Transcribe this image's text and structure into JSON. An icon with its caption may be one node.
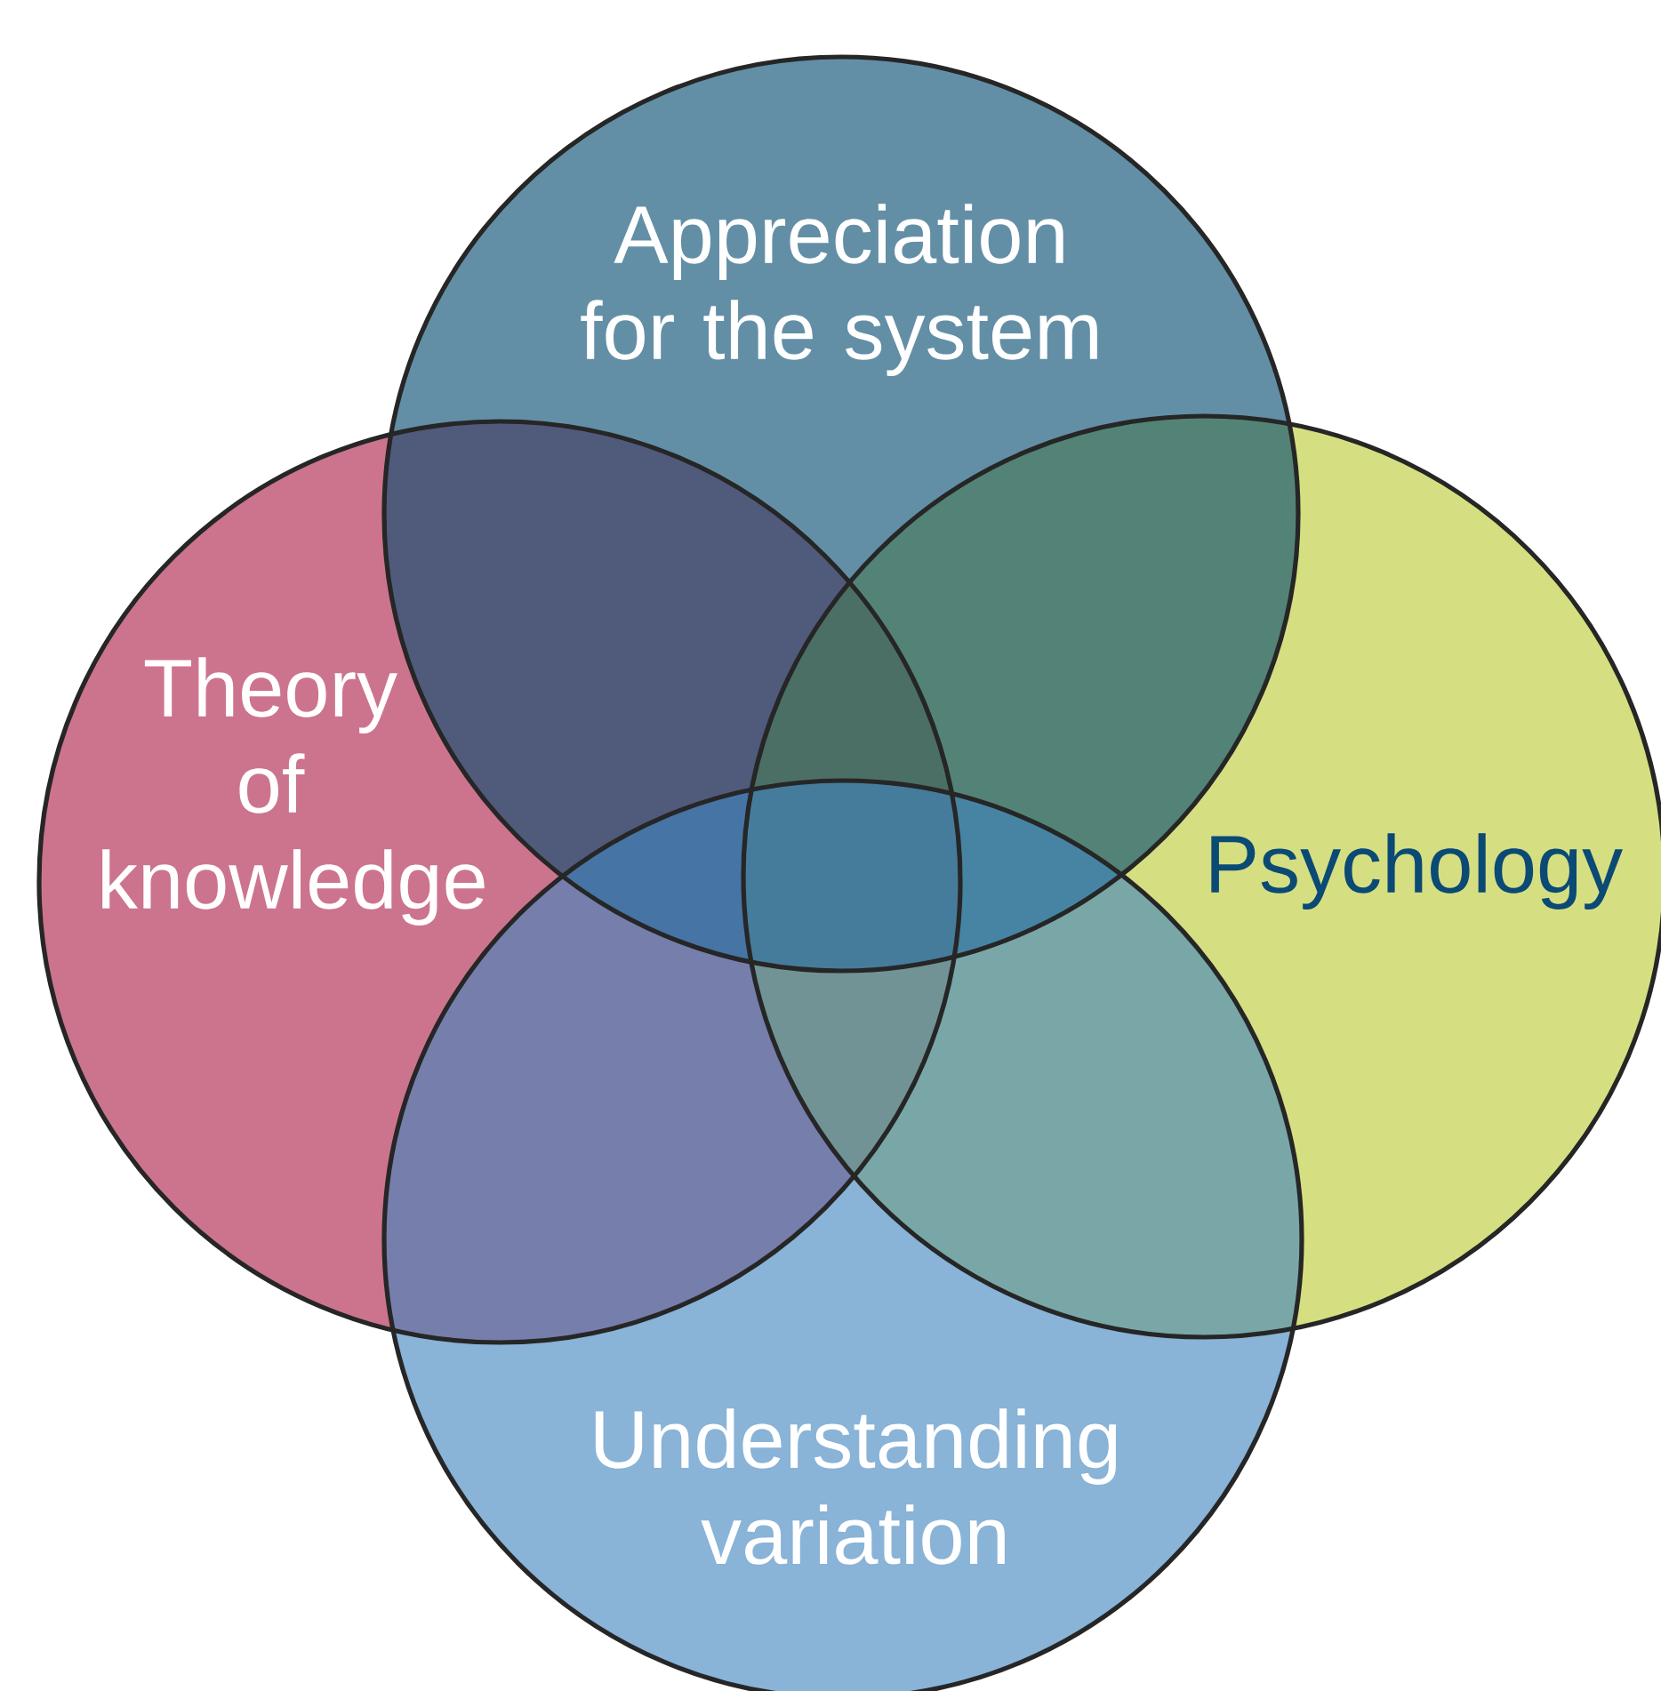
{
  "diagram": {
    "nodes": [
      {
        "text": [
          "Appreciation for the system"
        ]
      },
      {
        "text": [
          "Theory of knowledge"
        ]
      },
      {
        "text": [
          "Psychology"
        ]
      },
      {
        "text": [
          "Understanding variation"
        ]
      }
    ]
  }
}
